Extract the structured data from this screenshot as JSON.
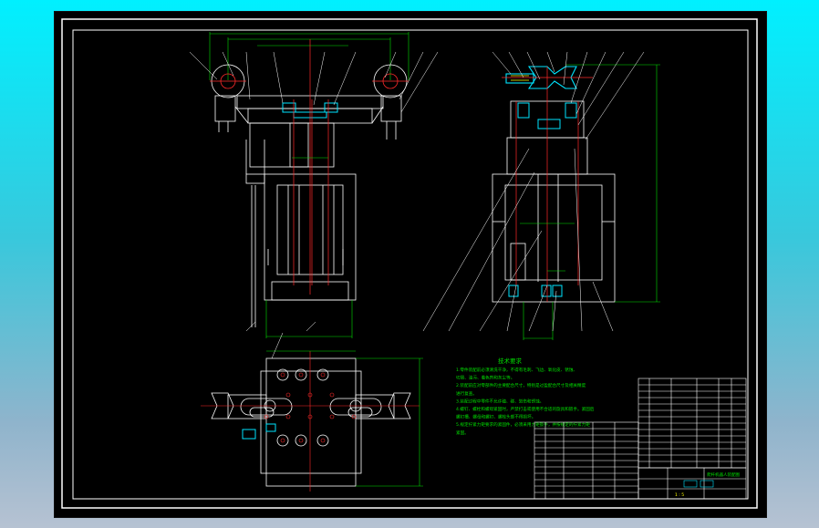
{
  "viewer": {
    "background_colors": [
      "#00f0ff",
      "#8fb4cc",
      "#b6c2d2"
    ],
    "sheet_color": "#000000"
  },
  "drawing": {
    "line_colors": {
      "outline": "#ffffff",
      "centerline": "#ff2a2a",
      "dimension": "#00e000",
      "hatch": "#00e5ff",
      "detail": "#ffff00"
    },
    "technical_requirements": {
      "title": "技术要求",
      "lines": [
        "1.零件装配前必须清洗干净，不得有毛刺、飞边、氧化皮、锈蚀、",
        "切屑、油污、着色剂和灰尘等。",
        "2.装配前应对零部件的主要配合尺寸，特别是过盈配合尺寸及相关精度",
        "进行复查。",
        "3.装配过程中零件不允许磕、碰、划伤和锈蚀。",
        "4.螺钉、螺栓和螺母紧固时，严禁打击或使用不合适的旋具和扳手。紧固后",
        "螺钉槽、螺母和螺钉、螺栓头部不得损坏。",
        "5.规定拧紧力矩要求的紧固件，必须采用力矩扳手，并按规定的拧紧力矩",
        "紧固。"
      ]
    },
    "title_block": {
      "assembly_name": "爬杆机器人装配图",
      "sheet_info": "1 : 5"
    }
  }
}
